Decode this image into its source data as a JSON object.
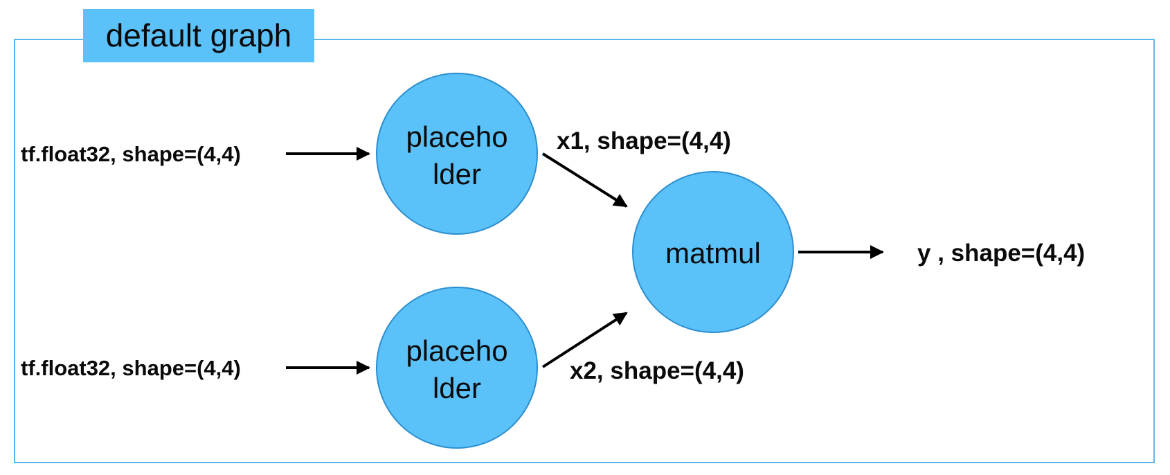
{
  "diagram": {
    "title": "default graph",
    "colors": {
      "node_fill": "#5bc1f9",
      "node_stroke": "#2b8ed0",
      "frame_border": "#5bb8ef",
      "title_fill": "#5bc1f9"
    },
    "inputs": [
      {
        "label": "tf.float32, shape=(4,4)"
      },
      {
        "label": "tf.float32, shape=(4,4)"
      }
    ],
    "nodes": {
      "placeholder_1": {
        "line1": "placeho",
        "line2": "lder"
      },
      "placeholder_2": {
        "line1": "placeho",
        "line2": "lder"
      },
      "matmul": {
        "label": "matmul"
      }
    },
    "edges": {
      "x1": "x1, shape=(4,4)",
      "x2": "x2, shape=(4,4)",
      "y": "y , shape=(4,4)"
    }
  }
}
